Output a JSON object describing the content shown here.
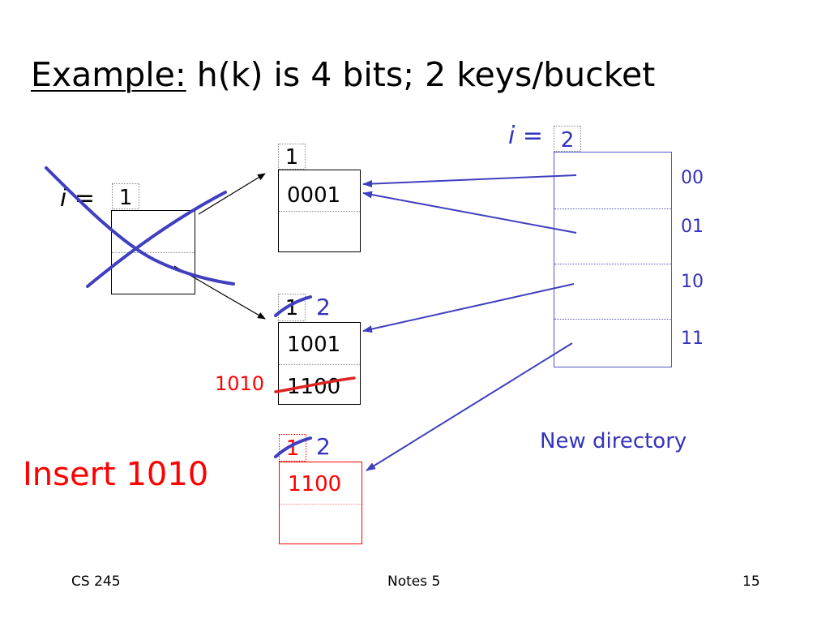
{
  "title": {
    "example": "Example:",
    "rest": " h(k) is 4 bits; 2 keys/bucket"
  },
  "old_directory": {
    "i_symbol": "i",
    "equals": " =",
    "depth": "1"
  },
  "new_directory": {
    "i_symbol": "i",
    "equals": " =",
    "depth": "2",
    "labels": [
      "00",
      "01",
      "10",
      "11"
    ],
    "caption": "New directory"
  },
  "bucket_a": {
    "depth": "1",
    "keys": [
      "0001",
      ""
    ]
  },
  "bucket_b": {
    "depth_old": "1",
    "depth_new": "2",
    "keys": [
      "1001",
      "1100"
    ],
    "inserted_key": "1010"
  },
  "bucket_c": {
    "depth_old": "1",
    "depth_new": "2",
    "keys": [
      "1100",
      ""
    ]
  },
  "insert_label": "Insert 1010",
  "footer": {
    "course": "CS 245",
    "notes": "Notes 5",
    "page": "15"
  },
  "colors": {
    "red": "#ff0000",
    "blue_ink": "#3333bb",
    "pointer": "#3f3fc0",
    "strike_red": "#dd2222"
  }
}
